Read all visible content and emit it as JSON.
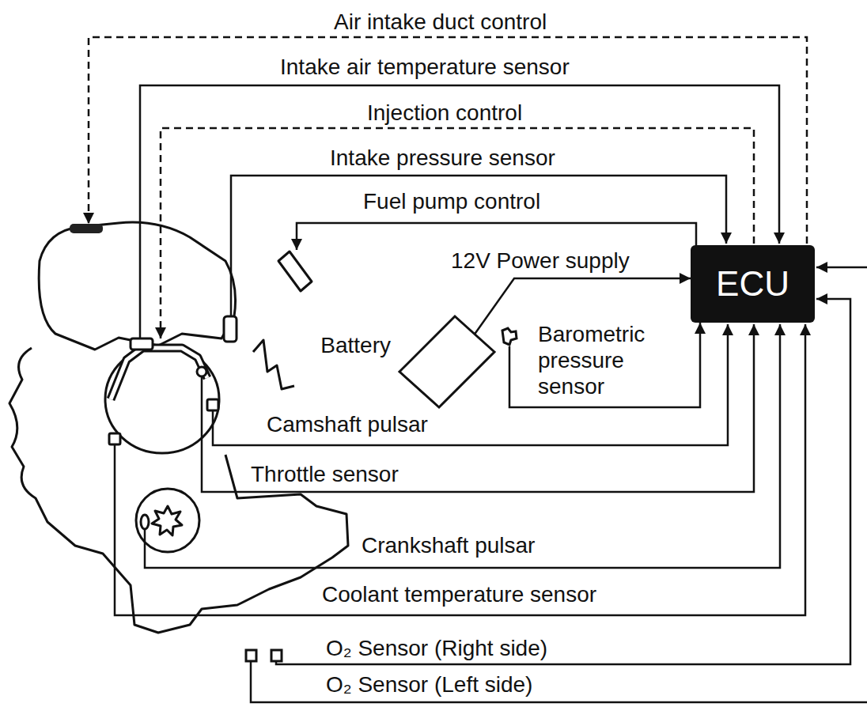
{
  "diagram": {
    "nodes": [
      {
        "text": [
          "ECU"
        ]
      },
      {
        "text": [
          "Battery"
        ]
      },
      {
        "text": [
          "Barometric pressure sensor"
        ]
      }
    ],
    "edges": [
      {
        "from": 1,
        "to": 0,
        "label": "12V Power supply",
        "arrow": "to"
      },
      {
        "from": 2,
        "to": 0,
        "arrow": "to"
      }
    ],
    "labels": [
      "Air intake duct control",
      "Intake air temperature sensor",
      "Injection control",
      "Intake pressure sensor",
      "Fuel pump control",
      "Camshaft pulsar",
      "Throttle sensor",
      "Crankshaft pulsar",
      "Coolant temperature sensor",
      "O₂ Sensor (Right side)",
      "O₂ Sensor (Left side)"
    ]
  }
}
